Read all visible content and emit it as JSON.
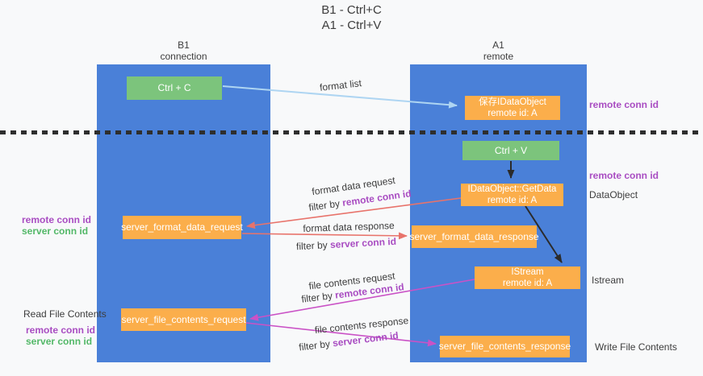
{
  "title": {
    "line1": "B1 - Ctrl+C",
    "line2": "A1 - Ctrl+V"
  },
  "lanes": {
    "left": {
      "name": "B1",
      "role": "connection"
    },
    "right": {
      "name": "A1",
      "role": "remote"
    }
  },
  "boxes": {
    "ctrl_c": "Ctrl + C",
    "ctrl_v": "Ctrl + V",
    "save_idataobject": {
      "line1": "保存IDataObject",
      "line2": "remote id: A"
    },
    "getdata": {
      "line1": "IDataObject::GetData",
      "line2": "remote id: A"
    },
    "istream": {
      "line1": "IStream",
      "line2": "remote id: A"
    },
    "format_request": "server_format_data_request",
    "format_response": "server_format_data_response",
    "file_request": "server_file_contents_request",
    "file_response": "server_file_contents_response"
  },
  "flow_labels": {
    "format_list": "format list",
    "format_data_request": "format data request",
    "format_data_response": "format data response",
    "file_contents_request": "file contents request",
    "file_contents_response": "file contents response",
    "filter_by": "filter by",
    "remote_conn_id": "remote conn id",
    "server_conn_id": "server conn id"
  },
  "side_labels": {
    "right_top_remote_conn_id": "remote conn id",
    "right_mid_remote_conn_id": "remote conn id",
    "dataobject": "DataObject",
    "istream": "Istream",
    "write_file_contents": "Write File Contents",
    "left_remote_conn_id": "remote conn id",
    "left_server_conn_id": "server conn id",
    "read_file_contents": "Read File Contents",
    "left2_remote_conn_id": "remote conn id",
    "left2_server_conn_id": "server conn id"
  },
  "colors": {
    "bg": "#f8f9fa",
    "lane_blue": "#4a80d8",
    "box_green": "#7cc47c",
    "box_orange": "#fbae4b",
    "arrow_salmon": "#e8736b",
    "arrow_magenta": "#ca52c6",
    "arrow_lightblue": "#aed5f2",
    "arrow_black": "#2b2b2b",
    "text_purple": "#a94dc2",
    "text_green": "#53b868",
    "text_dark": "#3d3d3d"
  }
}
